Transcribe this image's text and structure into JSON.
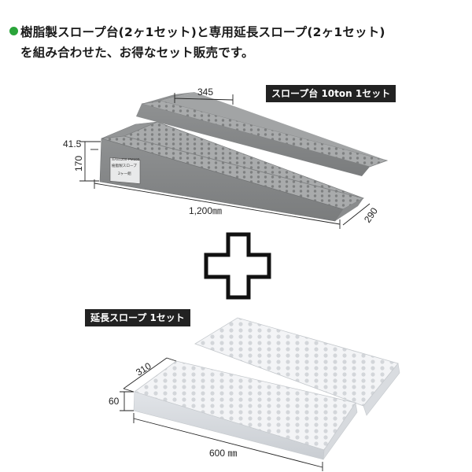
{
  "header": {
    "line1": "樹脂製スロープ台(2ヶ1セット)と専用延長スロープ(2ヶ1セット)",
    "line2": "を組み合わせた、お得なセット販売です。"
  },
  "labels": {
    "ramp_set": "スロープ台 10ton 1セット",
    "extension_set": "延長スロープ 1セット"
  },
  "dimensions_ramp": {
    "width_top": "345",
    "lip_height": "41.5",
    "height": "170",
    "length": "1,200㎜",
    "depth": "290"
  },
  "dimensions_extension": {
    "width": "310",
    "height": "60",
    "length": "600 ㎜"
  },
  "ramp_sticker": {
    "line1": "SAS1200 PM100",
    "line2": "樹脂製スロープ",
    "line3": "2ヶ一組"
  },
  "colors": {
    "bullet": "#2aa43a",
    "ramp_gray": "#9a9c9d",
    "extension_white": "#eef0f2",
    "plus_sign": "#111111"
  },
  "icons": [
    "green-bullet-icon",
    "plus-icon"
  ]
}
